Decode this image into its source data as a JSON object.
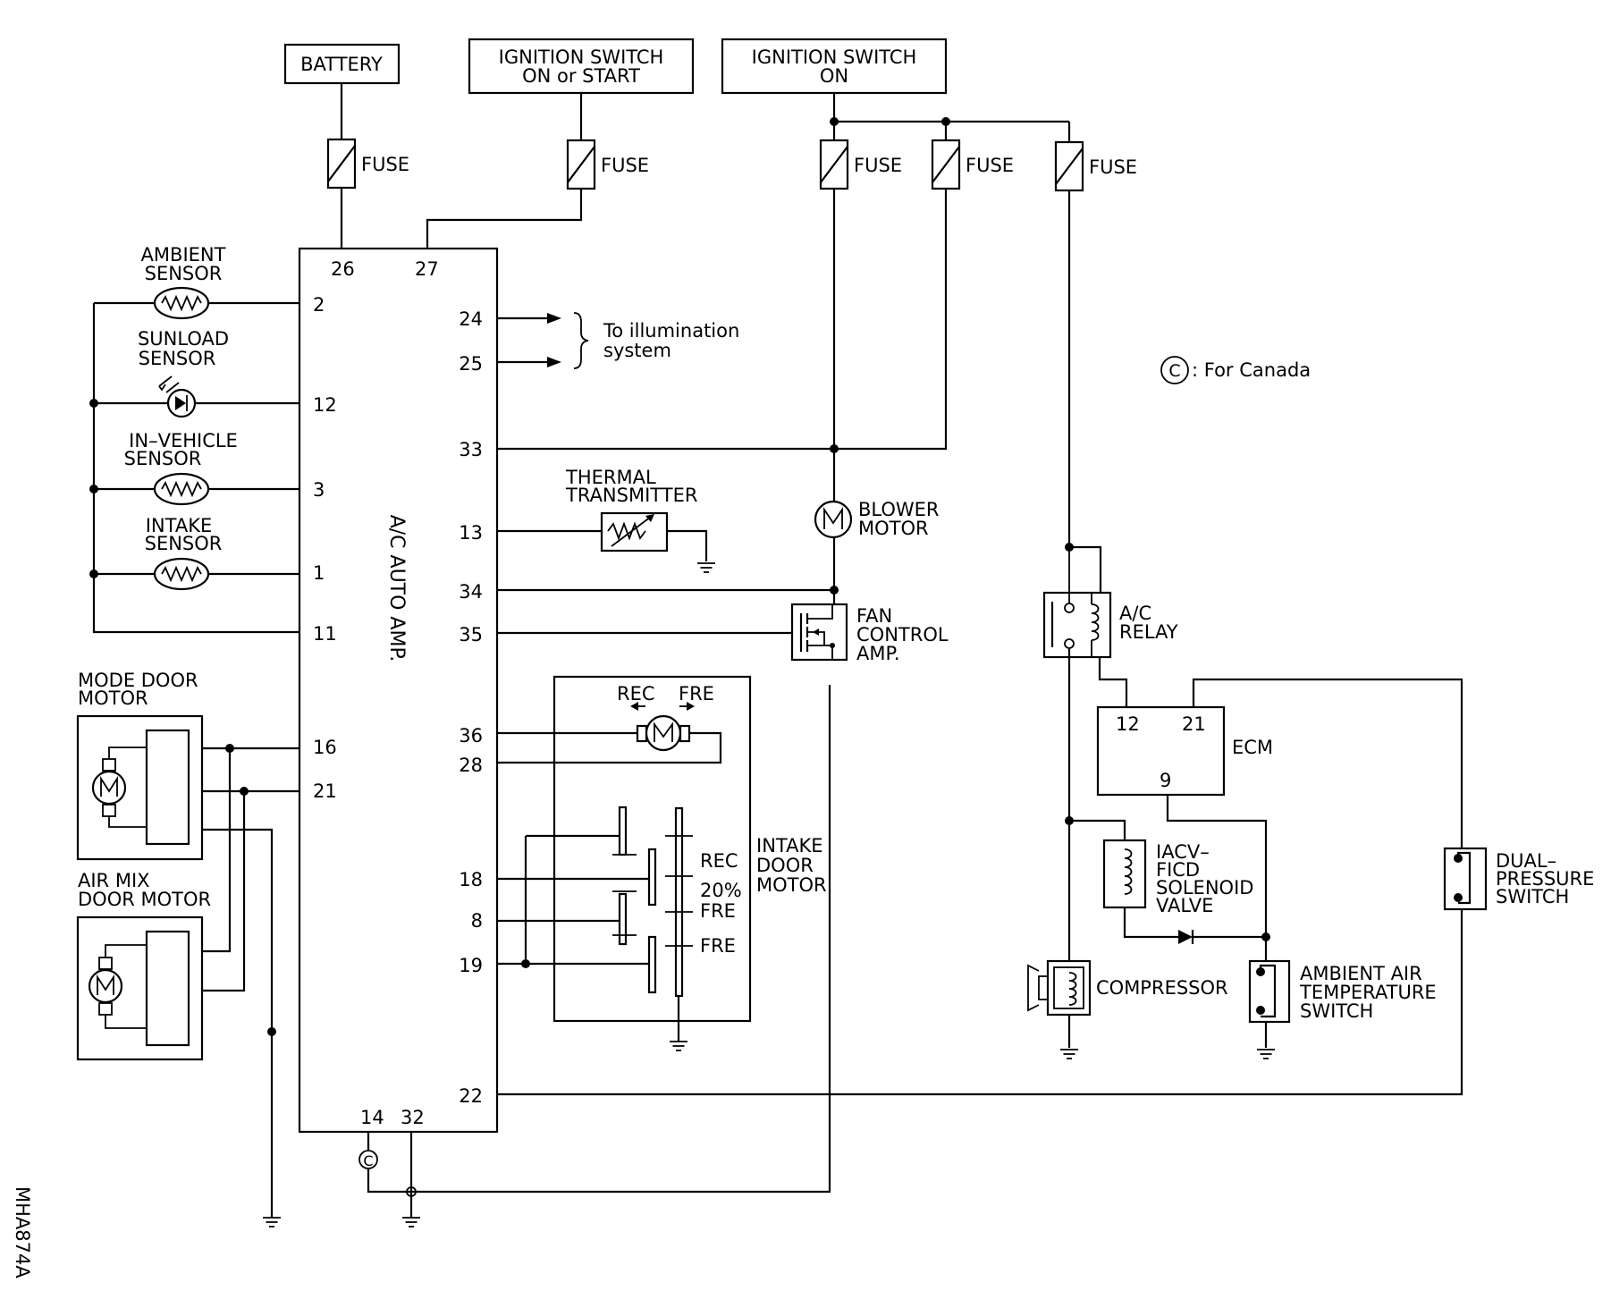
{
  "sources": {
    "battery": "BATTERY",
    "ign_start_1": "IGNITION SWITCH",
    "ign_start_2": "ON or START",
    "ign_on_1": "IGNITION SWITCH",
    "ign_on_2": "ON"
  },
  "fuse_label": "FUSE",
  "amp": {
    "name": "A/C AUTO AMP.",
    "pins": {
      "p26": "26",
      "p27": "27",
      "p2": "2",
      "p12": "12",
      "p3": "3",
      "p1": "1",
      "p11": "11",
      "p16": "16",
      "p21": "21",
      "p14": "14",
      "p32": "32",
      "p24": "24",
      "p25": "25",
      "p33": "33",
      "p13": "13",
      "p34": "34",
      "p35": "35",
      "p36": "36",
      "p28": "28",
      "p18": "18",
      "p8": "8",
      "p19": "19",
      "p22": "22"
    }
  },
  "sensors": {
    "ambient_1": "AMBIENT",
    "ambient_2": "SENSOR",
    "sunload_1": "SUNLOAD",
    "sunload_2": "SENSOR",
    "invehicle_1": "IN–VEHICLE",
    "invehicle_2": "SENSOR",
    "intake_1": "INTAKE",
    "intake_2": "SENSOR"
  },
  "motors": {
    "mode_1": "MODE DOOR",
    "mode_2": "MOTOR",
    "airmix_1": "AIR MIX",
    "airmix_2": "DOOR MOTOR",
    "blower_1": "BLOWER",
    "blower_2": "MOTOR",
    "intake_1": "INTAKE",
    "intake_2": "DOOR",
    "intake_3": "MOTOR"
  },
  "illumination": {
    "line1": "To illumination",
    "line2": "system"
  },
  "thermal": {
    "line1": "THERMAL",
    "line2": "TRANSMITTER"
  },
  "fan_amp": {
    "line1": "FAN",
    "line2": "CONTROL",
    "line3": "AMP."
  },
  "intake_door": {
    "rec": "REC",
    "fre": "FRE",
    "rec2": "REC",
    "pct": "20%",
    "fre2": "FRE",
    "fre3": "FRE"
  },
  "canada_note": {
    "symbol": "C",
    "text": ": For Canada"
  },
  "relay": {
    "line1": "A/C",
    "line2": "RELAY"
  },
  "ecm": {
    "name": "ECM",
    "p12": "12",
    "p21": "21",
    "p9": "9"
  },
  "iacv": {
    "line1": "IACV–",
    "line2": "FICD",
    "line3": "SOLENOID",
    "line4": "VALVE"
  },
  "compressor": "COMPRESSOR",
  "ambient_air_switch": {
    "line1": "AMBIENT AIR",
    "line2": "TEMPERATURE",
    "line3": "SWITCH"
  },
  "dual_switch": {
    "line1": "DUAL–",
    "line2": "PRESSURE",
    "line3": "SWITCH"
  },
  "figure_code": "MHA874A"
}
